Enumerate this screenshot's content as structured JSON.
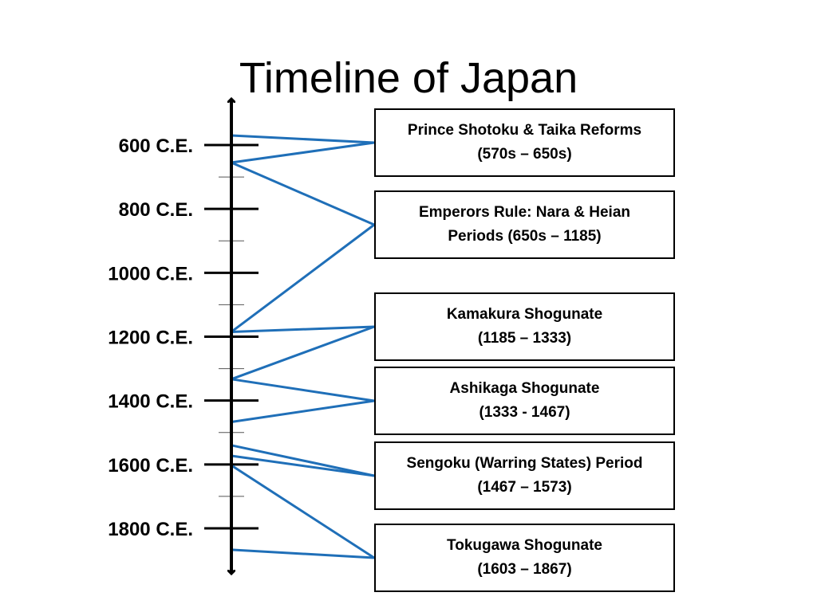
{
  "title": "Timeline of Japan",
  "colors": {
    "axis": "#000000",
    "connector": "#1f6fb8",
    "box_border": "#000000"
  },
  "axis": {
    "tick_labels": [
      "600 C.E.",
      "800 C.E.",
      "1000 C.E.",
      "1200 C.E.",
      "1400 C.E.",
      "1600 C.E.",
      "1800 C.E."
    ],
    "tick_values": [
      600,
      800,
      1000,
      1200,
      1400,
      1600,
      1800
    ],
    "minor_tick_values": [
      700,
      900,
      1100,
      1300,
      1500,
      1700
    ]
  },
  "periods": [
    {
      "line1": "Prince Shotoku & Taika Reforms",
      "line2": "(570s – 650s)",
      "start": 570,
      "end": 655
    },
    {
      "line1": "Emperors Rule: Nara & Heian",
      "line2": "Periods (650s – 1185)",
      "start": 655,
      "end": 1185
    },
    {
      "line1": "Kamakura Shogunate",
      "line2": "(1185 – 1333)",
      "start": 1185,
      "end": 1333
    },
    {
      "line1": "Ashikaga Shogunate",
      "line2": "(1333 - 1467)",
      "start": 1333,
      "end": 1467
    },
    {
      "line1": "Sengoku (Warring States) Period",
      "line2": "(1467 – 1573)",
      "start": 1540,
      "end": 1573
    },
    {
      "line1": "Tokugawa Shogunate",
      "line2": "(1603 – 1867)",
      "start": 1603,
      "end": 1867
    }
  ]
}
